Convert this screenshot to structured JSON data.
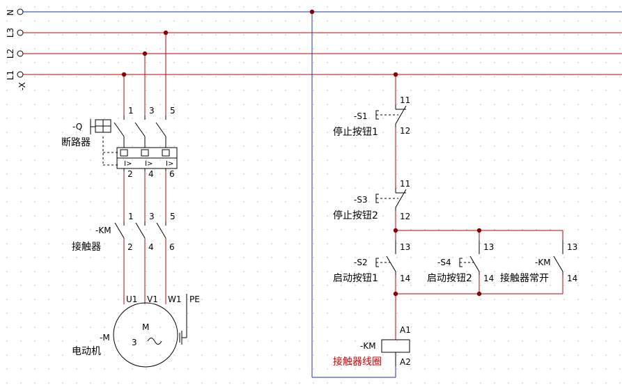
{
  "bus": {
    "rails": [
      "N",
      "L3",
      "L2",
      "L1"
    ],
    "terminal_strip": "-X"
  },
  "breaker": {
    "tag": "-Q",
    "name": "断路器",
    "terms_top": [
      "1",
      "3",
      "5"
    ],
    "terms_bottom": [
      "2",
      "4",
      "6"
    ],
    "trip_symbol": "I>"
  },
  "contactor": {
    "tag": "-KM",
    "name": "接触器",
    "terms_top": [
      "1",
      "3",
      "5"
    ],
    "terms_bottom": [
      "2",
      "4",
      "6"
    ]
  },
  "motor": {
    "tag": "-M",
    "name": "电动机",
    "symbol": "M",
    "phases": "3",
    "terms": [
      "U1",
      "V1",
      "W1"
    ],
    "pe": "PE"
  },
  "control": {
    "s1": {
      "tag": "-S1",
      "name": "停止按钮1",
      "top": "11",
      "bottom": "12"
    },
    "s3": {
      "tag": "-S3",
      "name": "停止按钮2",
      "top": "11",
      "bottom": "12"
    },
    "s2": {
      "tag": "-S2",
      "name": "启动按钮1",
      "top": "13",
      "bottom": "14"
    },
    "s4": {
      "tag": "-S4",
      "name": "启动按钮2",
      "top": "13",
      "bottom": "14"
    },
    "km_aux": {
      "tag": "-KM",
      "name": "接触器常开",
      "top": "13",
      "bottom": "14"
    },
    "coil": {
      "tag": "-KM",
      "name": "接触器线圈",
      "top": "A1",
      "bottom": "A2",
      "name_color": "#d00000"
    }
  },
  "colors": {
    "phase_wire": "#c00000",
    "neutral_wire": "#1f2fb8",
    "junction": "#8b0000"
  }
}
